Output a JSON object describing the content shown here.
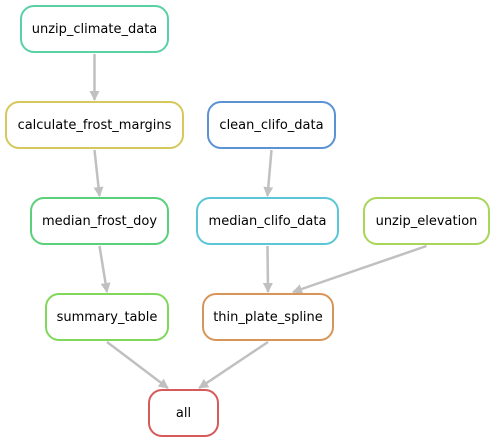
{
  "diagram": {
    "nodes": [
      {
        "id": "n-unzip-climate",
        "label": "unzip_climate_data",
        "color": "#59d1a4"
      },
      {
        "id": "n-calc-frost",
        "label": "calculate_frost_margins",
        "color": "#d6c85c"
      },
      {
        "id": "n-clean-clifo",
        "label": "clean_clifo_data",
        "color": "#5b92d3"
      },
      {
        "id": "n-median-frost",
        "label": "median_frost_doy",
        "color": "#5ad07a"
      },
      {
        "id": "n-median-clifo",
        "label": "median_clifo_data",
        "color": "#5ac6d6"
      },
      {
        "id": "n-unzip-elev",
        "label": "unzip_elevation",
        "color": "#a8d65a"
      },
      {
        "id": "n-summary",
        "label": "summary_table",
        "color": "#7fd85a"
      },
      {
        "id": "n-thin-plate",
        "label": "thin_plate_spline",
        "color": "#d8955a"
      },
      {
        "id": "n-all",
        "label": "all",
        "color": "#d65a5a"
      }
    ],
    "edges": [
      {
        "from": "n-unzip-climate",
        "to": "n-calc-frost"
      },
      {
        "from": "n-calc-frost",
        "to": "n-median-frost"
      },
      {
        "from": "n-clean-clifo",
        "to": "n-median-clifo"
      },
      {
        "from": "n-median-frost",
        "to": "n-summary"
      },
      {
        "from": "n-median-clifo",
        "to": "n-thin-plate"
      },
      {
        "from": "n-unzip-elev",
        "to": "n-thin-plate"
      },
      {
        "from": "n-summary",
        "to": "n-all"
      },
      {
        "from": "n-thin-plate",
        "to": "n-all"
      }
    ],
    "edge_color": "#c0c0c0"
  }
}
